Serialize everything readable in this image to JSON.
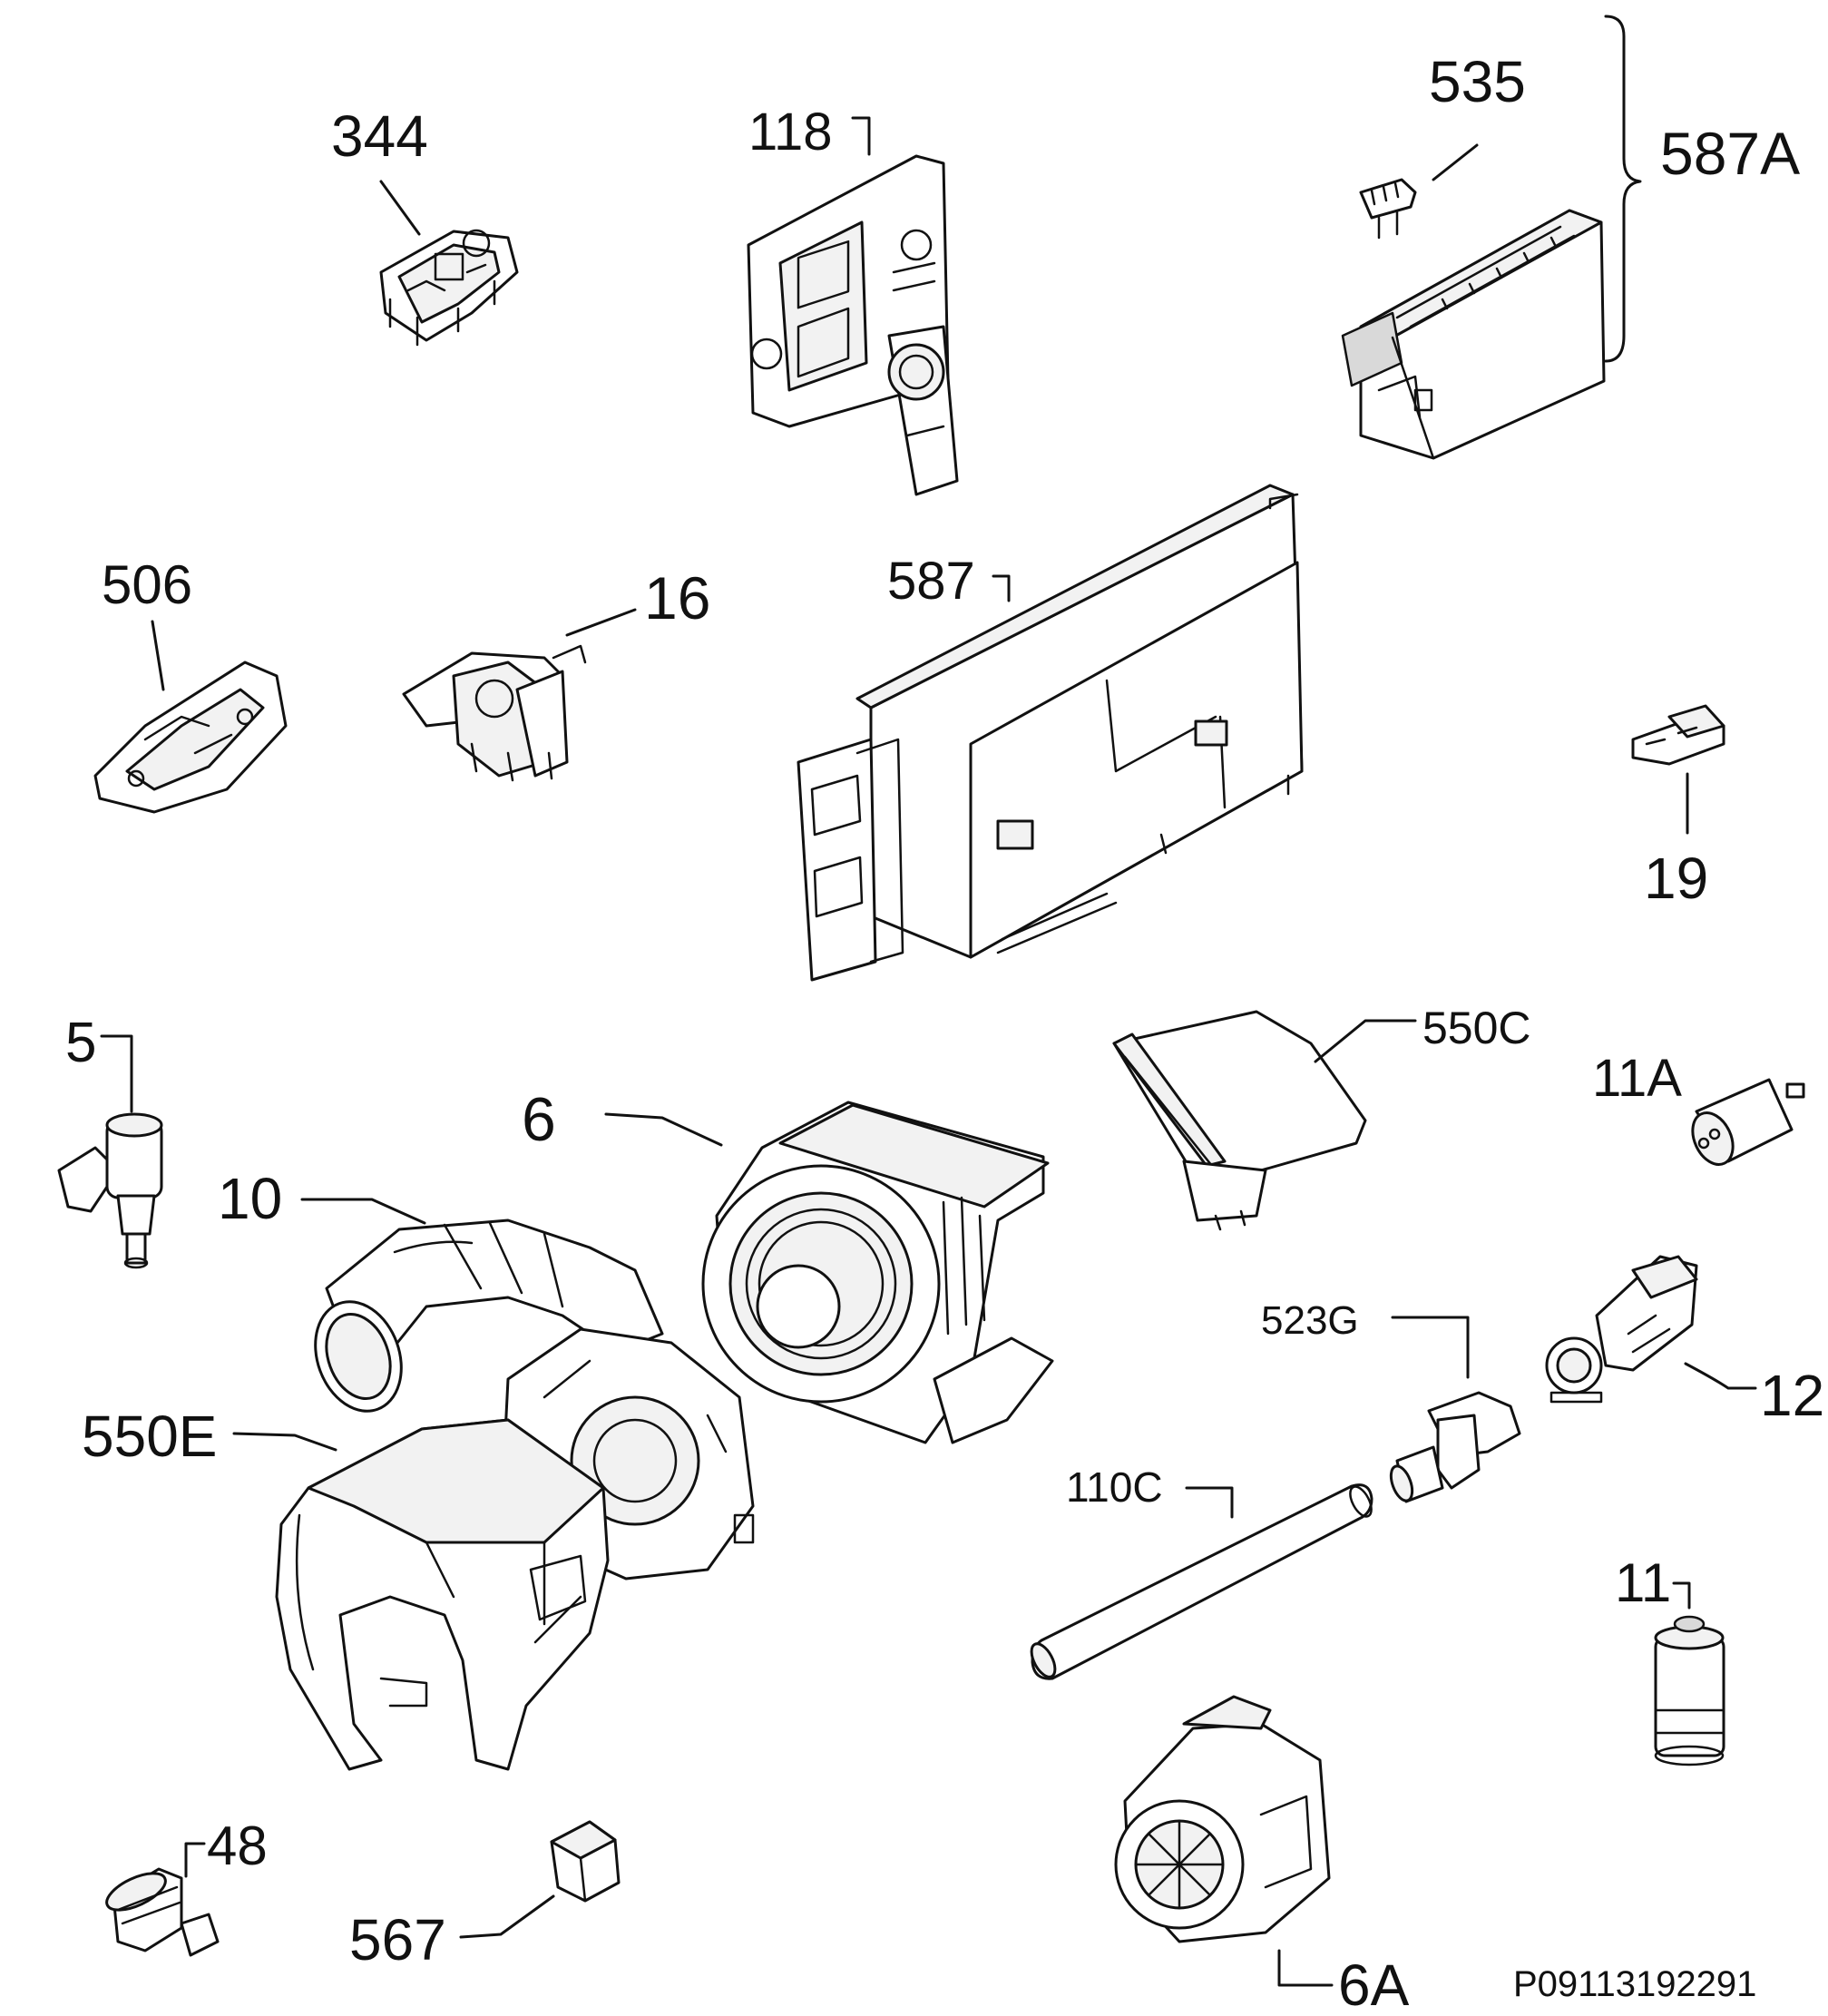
{
  "labels": {
    "l344": "344",
    "l118": "118",
    "l535": "535",
    "l587a": "587A",
    "l506": "506",
    "l16": "16",
    "l587": "587",
    "l19": "19",
    "l5": "5",
    "l6": "6",
    "l550c": "550C",
    "l11a": "11A",
    "l10": "10",
    "l523g": "523G",
    "l12": "12",
    "l550e": "550E",
    "l110c": "110C",
    "l11": "11",
    "l48": "48",
    "l567": "567",
    "l6a": "6A"
  },
  "diagram_code": "P09113192291"
}
